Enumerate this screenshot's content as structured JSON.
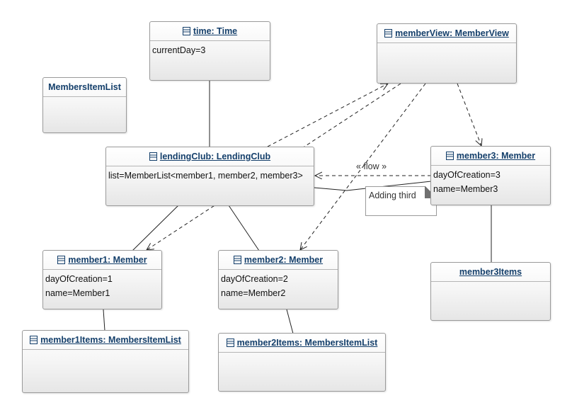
{
  "objects": {
    "time": {
      "title": "time: Time",
      "attrs": [
        "currentDay=3"
      ]
    },
    "members_item_list": {
      "title": "MembersItemList",
      "attrs": []
    },
    "member_view": {
      "title": "memberView: MemberView",
      "attrs": []
    },
    "lending_club": {
      "title": "lendingClub: LendingClub",
      "attrs": [
        "list=MemberList<member1, member2, member3>"
      ]
    },
    "member3": {
      "title": "member3: Member",
      "attrs": [
        "dayOfCreation=3",
        "name=Member3"
      ]
    },
    "member1": {
      "title": "member1: Member",
      "attrs": [
        "dayOfCreation=1",
        "name=Member1"
      ]
    },
    "member2": {
      "title": "member2: Member",
      "attrs": [
        "dayOfCreation=2",
        "name=Member2"
      ]
    },
    "member3_items": {
      "title": "member3Items",
      "attrs": []
    },
    "member1_items": {
      "title": "member1Items: MembersItemList",
      "attrs": []
    },
    "member2_items": {
      "title": "member2Items: MembersItemList",
      "attrs": []
    }
  },
  "note": {
    "text": "Adding third"
  },
  "flow_label": "« flow »",
  "icon": "object-instance-icon",
  "colors": {
    "title_text": "#143f6b",
    "border": "#9a9a9a",
    "line": "#222222"
  }
}
